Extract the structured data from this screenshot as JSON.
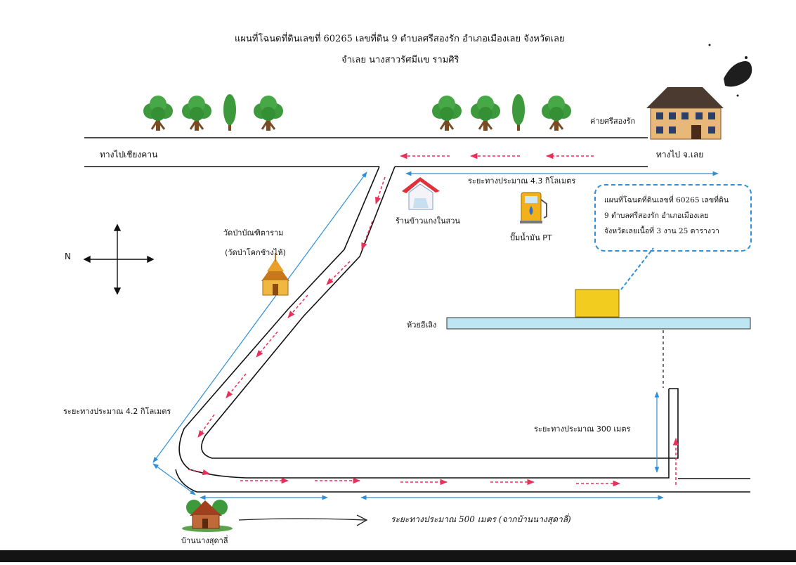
{
  "title": {
    "line1": "แผนที่โฉนดที่ดินเลขที่ 60265 เลขที่ดิน 9 ตำบลศรีสองรัก อำเภอเมืองเลย จังหวัดเลย",
    "line2": "จำเลย นางสาวรัศมีแข รามศิริ"
  },
  "roads": {
    "to_chiang_khan": "ทางไปเชียงคาน",
    "to_loei": "ทางไป จ.เลย"
  },
  "places": {
    "camp": "ค่ายศรีสองรัก",
    "restaurant": "ร้านข้าวแกงในสวน",
    "gas_station": "ปั๊มน้ำมัน PT",
    "temple_line1": "วัดป่าบัณฑิตาราม",
    "temple_line2": "(วัดป่าโคกช้างไห้)",
    "creek": "ห้วยอีเลิง",
    "house": "บ้านนางสุดาลี่"
  },
  "compass": {
    "north": "N"
  },
  "distances": {
    "d_4_3": "ระยะทางประมาณ 4.3 กิโลเมตร",
    "d_4_2": "ระยะทางประมาณ 4.2 กิโลเมตร",
    "d_300": "ระยะทางประมาณ 300 เมตร",
    "handwritten": "ระยะทางประมาณ 500 เมตร (จากบ้านนางสุดาลี่)"
  },
  "callout": {
    "line1": "แผนที่โฉนดที่ดินเลขที่ 60265 เลขที่ดิน",
    "line2": "9 ตำบลศรีสองรัก อำเภอเมืองเลย",
    "line3": "จังหวัดเลยเนื้อที่ 3 งาน 25 ตารางวา"
  },
  "colors": {
    "road": "#111111",
    "route_arrow": "#e8305a",
    "distance_arrow": "#2f8fd8",
    "plot": "#f2cc1f",
    "creek": "#bde6f2",
    "tree": "#3c9a3c",
    "trunk": "#7a4a22"
  },
  "icons": [
    "tree-icon",
    "house-icon",
    "restaurant-icon",
    "gas-pump-icon",
    "temple-icon",
    "cottage-icon",
    "compass-icon",
    "ink-blot"
  ]
}
